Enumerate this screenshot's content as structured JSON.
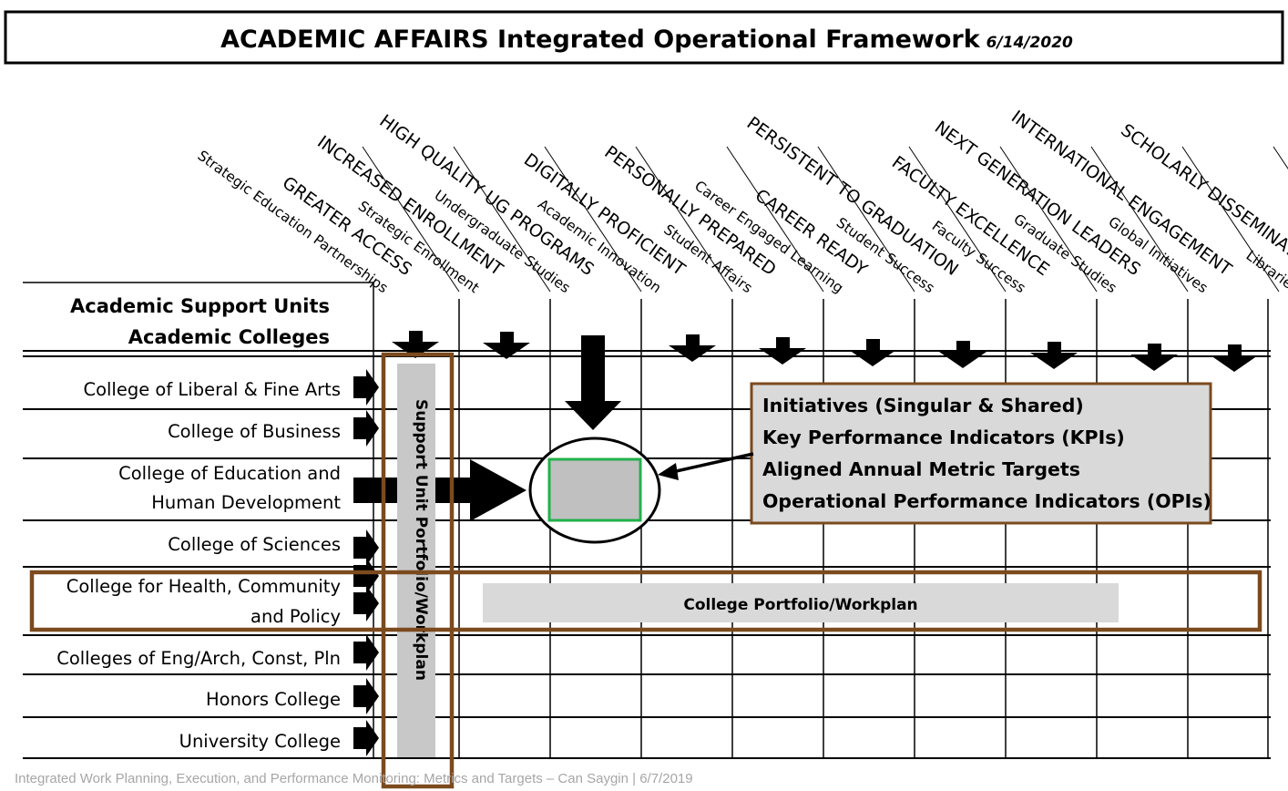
{
  "title": {
    "main": "ACADEMIC AFFAIRS Integrated Operational Framework",
    "date": "6/14/2020"
  },
  "columns": [
    {
      "goal": "GREATER ACCESS",
      "unit": "Strategic Education Partnerships"
    },
    {
      "goal": "INCREASED ENROLLMENT",
      "unit": "Strategic Enrollment"
    },
    {
      "goal": "HIGH QUALITY UG PROGRAMS",
      "unit": "Undergraduate Studies"
    },
    {
      "goal": "DIGITALLY PROFICIENT",
      "unit": "Academic Innovation"
    },
    {
      "goal": "PERSONALLY PREPARED",
      "unit": "Student Affairs"
    },
    {
      "goal": "CAREER READY",
      "unit": "Career Engaged Learning"
    },
    {
      "goal": "PERSISTENT TO GRADUATION",
      "unit": "Student Success"
    },
    {
      "goal": "FACULTY EXCELLENCE",
      "unit": "Faculty Success"
    },
    {
      "goal": "NEXT GENERATION LEADERS",
      "unit": "Graduate Studies"
    },
    {
      "goal": "INTERNATIONAL ENGAGEMENT",
      "unit": "Global Initiatives"
    },
    {
      "goal": "SCHOLARLY DISSEMINATION",
      "unit": "Libraries"
    }
  ],
  "header": {
    "line1": "Academic Support Units",
    "line2": "Academic Colleges"
  },
  "rows": [
    [
      "College of Liberal & Fine Arts"
    ],
    [
      "College of Business"
    ],
    [
      "College of Education and",
      "Human Development"
    ],
    [
      "College of Sciences"
    ],
    [
      "College for Health, Community",
      "and Policy"
    ],
    [
      "Colleges of Eng/Arch, Const, Pln"
    ],
    [
      "Honors College"
    ],
    [
      "University College"
    ]
  ],
  "support_unit_label": "Support Unit Portfolio/Workplan",
  "college_portfolio_label": "College Portfolio/Workplan",
  "callout": [
    "Initiatives (Singular & Shared)",
    "Key Performance Indicators (KPIs)",
    "Aligned Annual Metric Targets",
    "Operational Performance Indicators (OPIs)"
  ],
  "footer": "Integrated Work Planning, Execution, and Performance Monitoring: Metrics and Targets – Can Saygin   |   6/7/2019",
  "colors": {
    "frame_brown": "#7b4a1e",
    "highlight_green": "#22b14c",
    "panel_gray": "#c0c0c0",
    "bar_gray": "#d9d9d9",
    "footer_gray": "#a6a6a6"
  }
}
